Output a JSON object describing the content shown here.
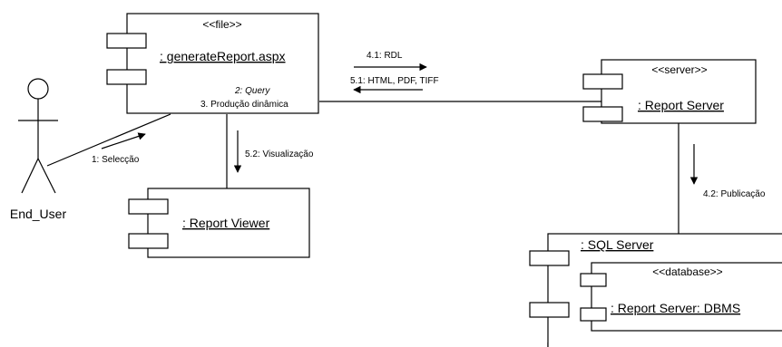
{
  "actor": {
    "name": "End_User"
  },
  "components": {
    "generate_report": {
      "stereotype": "<<file>>",
      "name": ": generateReport.aspx",
      "note_query": "2: Query",
      "note_production": "3. Produção dinâmica"
    },
    "report_viewer": {
      "name": ": Report Viewer"
    },
    "report_server": {
      "stereotype": "<<server>>",
      "name": ": Report Server"
    },
    "sql_server": {
      "name": ": SQL Server"
    },
    "database": {
      "stereotype": "<<database>>",
      "name": ": Report Server: DBMS"
    }
  },
  "messages": {
    "selection": "1: Selecção",
    "rdl": "4.1: RDL",
    "formats": "5.1: HTML, PDF, TIFF",
    "visualization": "5.2: Visualização",
    "publication": "4.2: Publicação"
  }
}
